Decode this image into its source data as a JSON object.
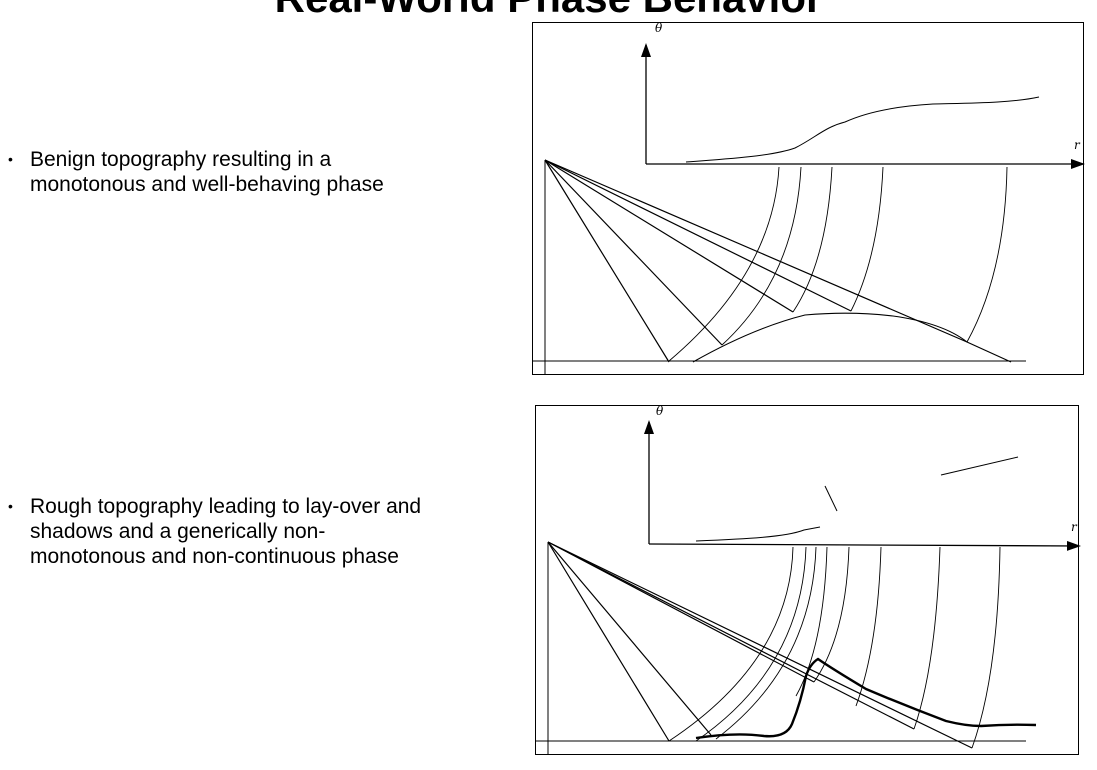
{
  "slide": {
    "title": "Real-World Phase Behavior"
  },
  "bullets": [
    {
      "marker": "•",
      "text": "Benign topography resulting in a\nmonotonous and well-behaving phase"
    },
    {
      "marker": "•",
      "text": "Rough topography leading to lay-over and\nshadows and a generically non-\nmonotonous and non-continuous phase"
    }
  ],
  "figures": [
    {
      "phase_axis_label": "θ",
      "range_axis_label": "r"
    },
    {
      "phase_axis_label": "θ",
      "range_axis_label": "r"
    }
  ]
}
